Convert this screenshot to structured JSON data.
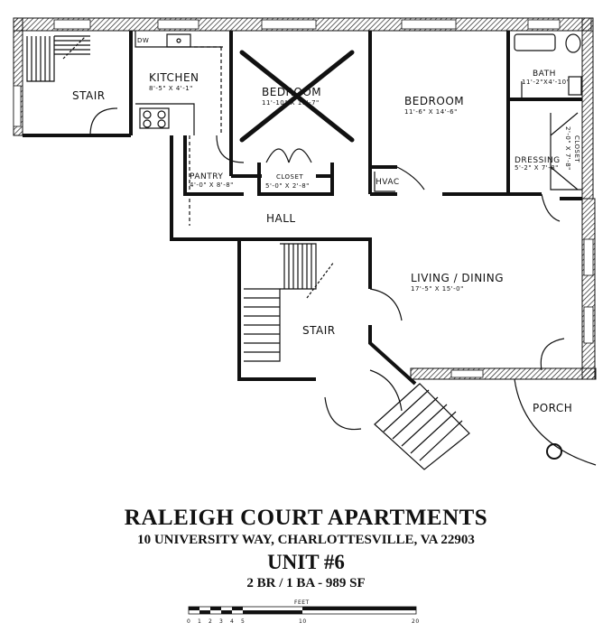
{
  "rooms": {
    "stair_top": "STAIR",
    "kitchen": "KITCHEN",
    "kitchen_dim": "8'-5\" X 4'-1\"",
    "dw": "DW",
    "bedroom1": "BEDROOM",
    "bedroom1_dim": "11'-10\" X 16'-7\"",
    "bedroom2": "BEDROOM",
    "bedroom2_dim": "11'-6\" X 14'-6\"",
    "bath": "BATH",
    "bath_dim": "11'-2\"X4'-10\"",
    "dressing": "DRESSING",
    "dressing_dim": "5'-2\" X 7'-8\"",
    "closet_small": "CLOSET",
    "closet_small_dim": "2'-0\" X 7'-8\"",
    "pantry": "PANTRY",
    "pantry_dim": "4'-0\" X 8'-8\"",
    "closet": "CLOSET",
    "closet_dim": "5'-0\" X 2'-8\"",
    "hvac": "HVAC",
    "hall": "HALL",
    "living": "LIVING / DINING",
    "living_dim": "17'-5\" X 15'-0\"",
    "stair_center": "STAIR",
    "porch": "PORCH"
  },
  "title": {
    "name": "RALEIGH COURT APARTMENTS",
    "address": "10 UNIVERSITY WAY, CHARLOTTESVILLE, VA 22903",
    "unit": "UNIT #6",
    "summary": "2 BR / 1 BA - 989 SF"
  },
  "scale": {
    "label": "FEET",
    "ticks": [
      "0",
      "1",
      "2",
      "3",
      "4",
      "5",
      "10",
      "20"
    ]
  }
}
